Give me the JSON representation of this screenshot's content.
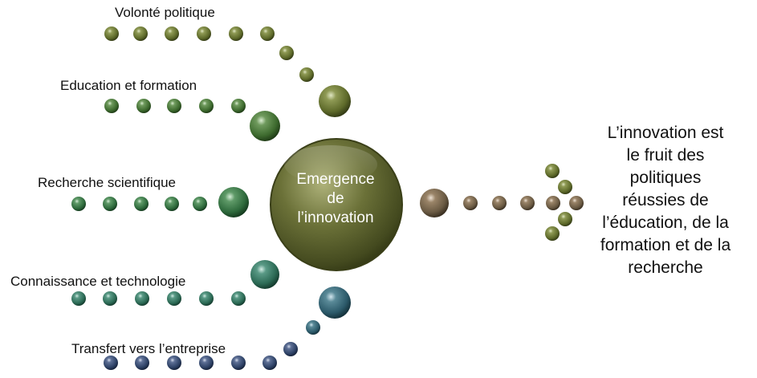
{
  "inputs": [
    {
      "label": "Volonté politique",
      "color": "#3f6a2e"
    },
    {
      "label": "Education et formation",
      "color": "#3f6a2e"
    },
    {
      "label": "Recherche scientifique",
      "color": "#2f6a3a"
    },
    {
      "label": "Connaissance et technologie",
      "color": "#2f6a4e"
    },
    {
      "label": "Transfert vers l’entreprise",
      "color": "#2e4a66"
    }
  ],
  "center": {
    "lines": [
      "Emergence",
      "de",
      "l’innovation"
    ],
    "color": "#6b7138"
  },
  "output_color": "#6a5a43",
  "conclusion": {
    "lines": [
      "L’innovation est",
      "le fruit des",
      "politiques",
      "réussies de",
      "l’éducation, de la",
      "formation et de la",
      "recherche"
    ]
  }
}
